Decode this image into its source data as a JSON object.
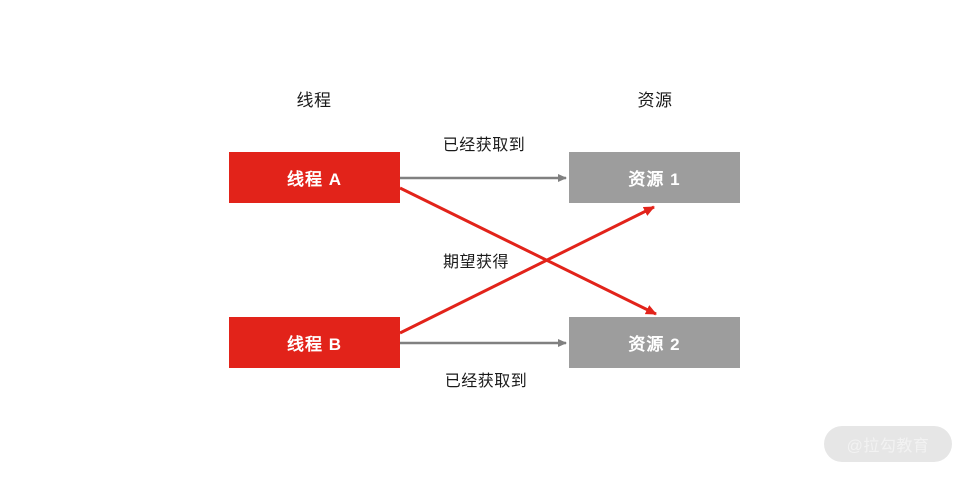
{
  "diagram": {
    "title_columns": {
      "thread": "线程",
      "resource": "资源"
    },
    "nodes": [
      {
        "id": "thread-a",
        "label": "线程 A",
        "type": "thread",
        "color": "#E2231A"
      },
      {
        "id": "thread-b",
        "label": "线程 B",
        "type": "thread",
        "color": "#E2231A"
      },
      {
        "id": "resource-1",
        "label": "资源 1",
        "type": "resource",
        "color": "#9D9D9D"
      },
      {
        "id": "resource-2",
        "label": "资源 2",
        "type": "resource",
        "color": "#9D9D9D"
      }
    ],
    "edges": [
      {
        "id": "a-holds-1",
        "from": "thread-a",
        "to": "resource-1",
        "label": "已经获取到",
        "color": "#808080"
      },
      {
        "id": "b-holds-2",
        "from": "thread-b",
        "to": "resource-2",
        "label": "已经获取到",
        "color": "#808080"
      },
      {
        "id": "a-wants-2",
        "from": "thread-a",
        "to": "resource-2",
        "label": "期望获得",
        "color": "#E2231A"
      },
      {
        "id": "b-wants-1",
        "from": "thread-b",
        "to": "resource-1",
        "label": "期望获得",
        "color": "#E2231A"
      }
    ],
    "labels": {
      "acquired_top": "已经获取到",
      "wanted_middle": "期望获得",
      "acquired_bottom": "已经获取到"
    }
  },
  "watermark": {
    "text": "@拉勾教育",
    "background": "#E6E6E6",
    "text_color": "#F2F2F2"
  },
  "colors": {
    "page_background": "#FFFFFF",
    "thread_red": "#E2231A",
    "resource_gray": "#9D9D9D",
    "arrow_gray": "#808080",
    "arrow_red": "#E2231A",
    "text_dark": "#1A1A1A"
  }
}
